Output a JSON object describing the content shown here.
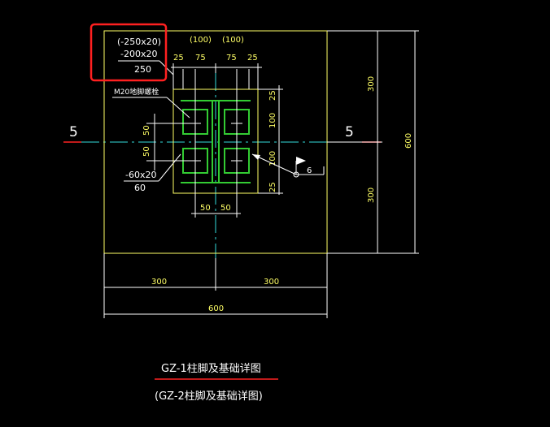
{
  "colors": {
    "background": "#000000",
    "yellow": "#ffff66",
    "white": "#ffffff",
    "green": "#33cc33",
    "cyan": "#33dddd",
    "red": "#ff2222",
    "highlight": "#ff2020"
  },
  "section_label_left": "5",
  "section_label_right": "5",
  "annotation": {
    "line1": "(-250x20)",
    "line2": "-200x20",
    "line3": "250"
  },
  "top_dims": {
    "paren_left": "(100)",
    "paren_right": "(100)",
    "d1": "25",
    "d2": "75",
    "d3": "75",
    "d4": "25"
  },
  "anchor_label": "M20地脚螺栓",
  "plate_label": {
    "line1": "-60x20",
    "line2": "60"
  },
  "left_dims": {
    "upper": "50",
    "lower": "50"
  },
  "right_inner_dims": {
    "d1": "25",
    "d2": "100",
    "d3": "100",
    "d4": "25"
  },
  "weld_label": "6",
  "bottom_inner_dims": {
    "left": "50",
    "right": "50"
  },
  "right_outer_dims": {
    "upper": "300",
    "lower": "300",
    "total": "600"
  },
  "bottom_outer_dims": {
    "left": "300",
    "right": "300",
    "total": "600"
  },
  "titles": {
    "title1": "GZ-1柱脚及基础详图",
    "title2": "(GZ-2柱脚及基础详图)"
  }
}
